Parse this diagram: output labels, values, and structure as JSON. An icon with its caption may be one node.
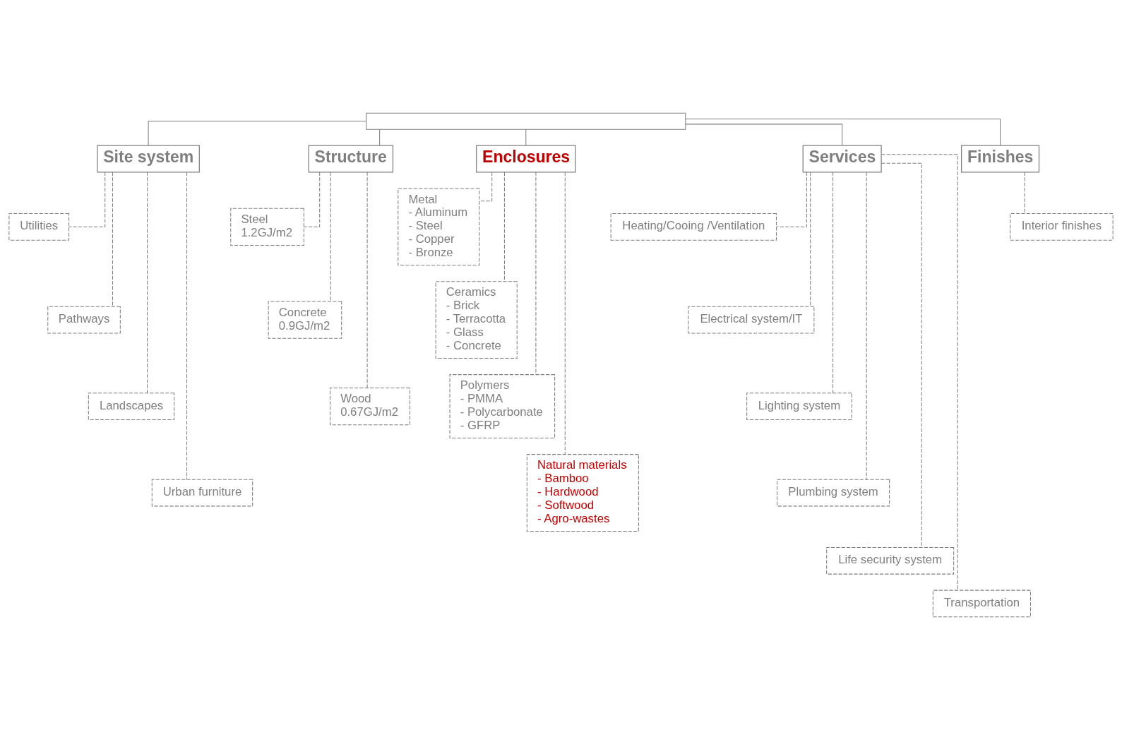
{
  "diagram": {
    "nodes": [
      {
        "text": [],
        "shape": "box"
      },
      {
        "text": [
          "Site system"
        ]
      },
      {
        "text": [
          "Utilities"
        ]
      },
      {
        "text": [
          "Pathways"
        ]
      },
      {
        "text": [
          "Landscapes"
        ]
      },
      {
        "text": [
          "Urban furniture"
        ]
      },
      {
        "text": [
          "Structure"
        ]
      },
      {
        "text": [
          "Steel",
          "1.2GJ/m2"
        ]
      },
      {
        "text": [
          "Concrete",
          "0.9GJ/m2"
        ]
      },
      {
        "text": [
          "Wood",
          "0.67GJ/m2"
        ]
      },
      {
        "text": [
          "Enclosures"
        ]
      },
      {
        "text": [
          "Metal",
          "- Aluminum",
          "- Steel",
          "- Copper",
          "- Bronze"
        ]
      },
      {
        "text": [
          "Ceramics",
          "- Brick",
          "- Terracotta",
          "- Glass",
          "- Concrete"
        ]
      },
      {
        "text": [
          "Polymers",
          "- PMMA",
          "- Polycarbonate",
          "- GFRP"
        ]
      },
      {
        "text": [
          "Natural materials",
          "- Bamboo",
          "- Hardwood",
          "- Softwood",
          "- Agro-wastes"
        ]
      },
      {
        "text": [
          "Services"
        ]
      },
      {
        "text": [
          "Heating/Cooing /Ventilation"
        ]
      },
      {
        "text": [
          "Electrical system/IT"
        ]
      },
      {
        "text": [
          "Lighting system"
        ]
      },
      {
        "text": [
          "Plumbing system"
        ]
      },
      {
        "text": [
          "Life security system"
        ]
      },
      {
        "text": [
          "Transportation"
        ]
      },
      {
        "text": [
          "Finishes"
        ]
      },
      {
        "text": [
          "Interior finishes"
        ]
      }
    ],
    "edges": [
      {
        "from": 0,
        "to": 1,
        "arrow": "none"
      },
      {
        "from": 0,
        "to": 6,
        "arrow": "none"
      },
      {
        "from": 0,
        "to": 10,
        "arrow": "none"
      },
      {
        "from": 0,
        "to": 15,
        "arrow": "none"
      },
      {
        "from": 0,
        "to": 22,
        "arrow": "none"
      },
      {
        "from": 1,
        "to": 2,
        "arrow": "none",
        "style": "dashed"
      },
      {
        "from": 1,
        "to": 3,
        "arrow": "none",
        "style": "dashed"
      },
      {
        "from": 1,
        "to": 4,
        "arrow": "none",
        "style": "dashed"
      },
      {
        "from": 1,
        "to": 5,
        "arrow": "none",
        "style": "dashed"
      },
      {
        "from": 6,
        "to": 7,
        "arrow": "none",
        "style": "dashed"
      },
      {
        "from": 6,
        "to": 8,
        "arrow": "none",
        "style": "dashed"
      },
      {
        "from": 6,
        "to": 9,
        "arrow": "none",
        "style": "dashed"
      },
      {
        "from": 10,
        "to": 11,
        "arrow": "none",
        "style": "dashed"
      },
      {
        "from": 10,
        "to": 12,
        "arrow": "none",
        "style": "dashed"
      },
      {
        "from": 10,
        "to": 13,
        "arrow": "none",
        "style": "dashed"
      },
      {
        "from": 10,
        "to": 14,
        "arrow": "none",
        "style": "dashed"
      },
      {
        "from": 15,
        "to": 16,
        "arrow": "none",
        "style": "dashed"
      },
      {
        "from": 15,
        "to": 17,
        "arrow": "none",
        "style": "dashed"
      },
      {
        "from": 15,
        "to": 18,
        "arrow": "none",
        "style": "dashed"
      },
      {
        "from": 15,
        "to": 19,
        "arrow": "none",
        "style": "dashed"
      },
      {
        "from": 15,
        "to": 20,
        "arrow": "none",
        "style": "dashed"
      },
      {
        "from": 15,
        "to": 21,
        "arrow": "none",
        "style": "dashed"
      },
      {
        "from": 22,
        "to": 23,
        "arrow": "none",
        "style": "dashed"
      }
    ]
  }
}
